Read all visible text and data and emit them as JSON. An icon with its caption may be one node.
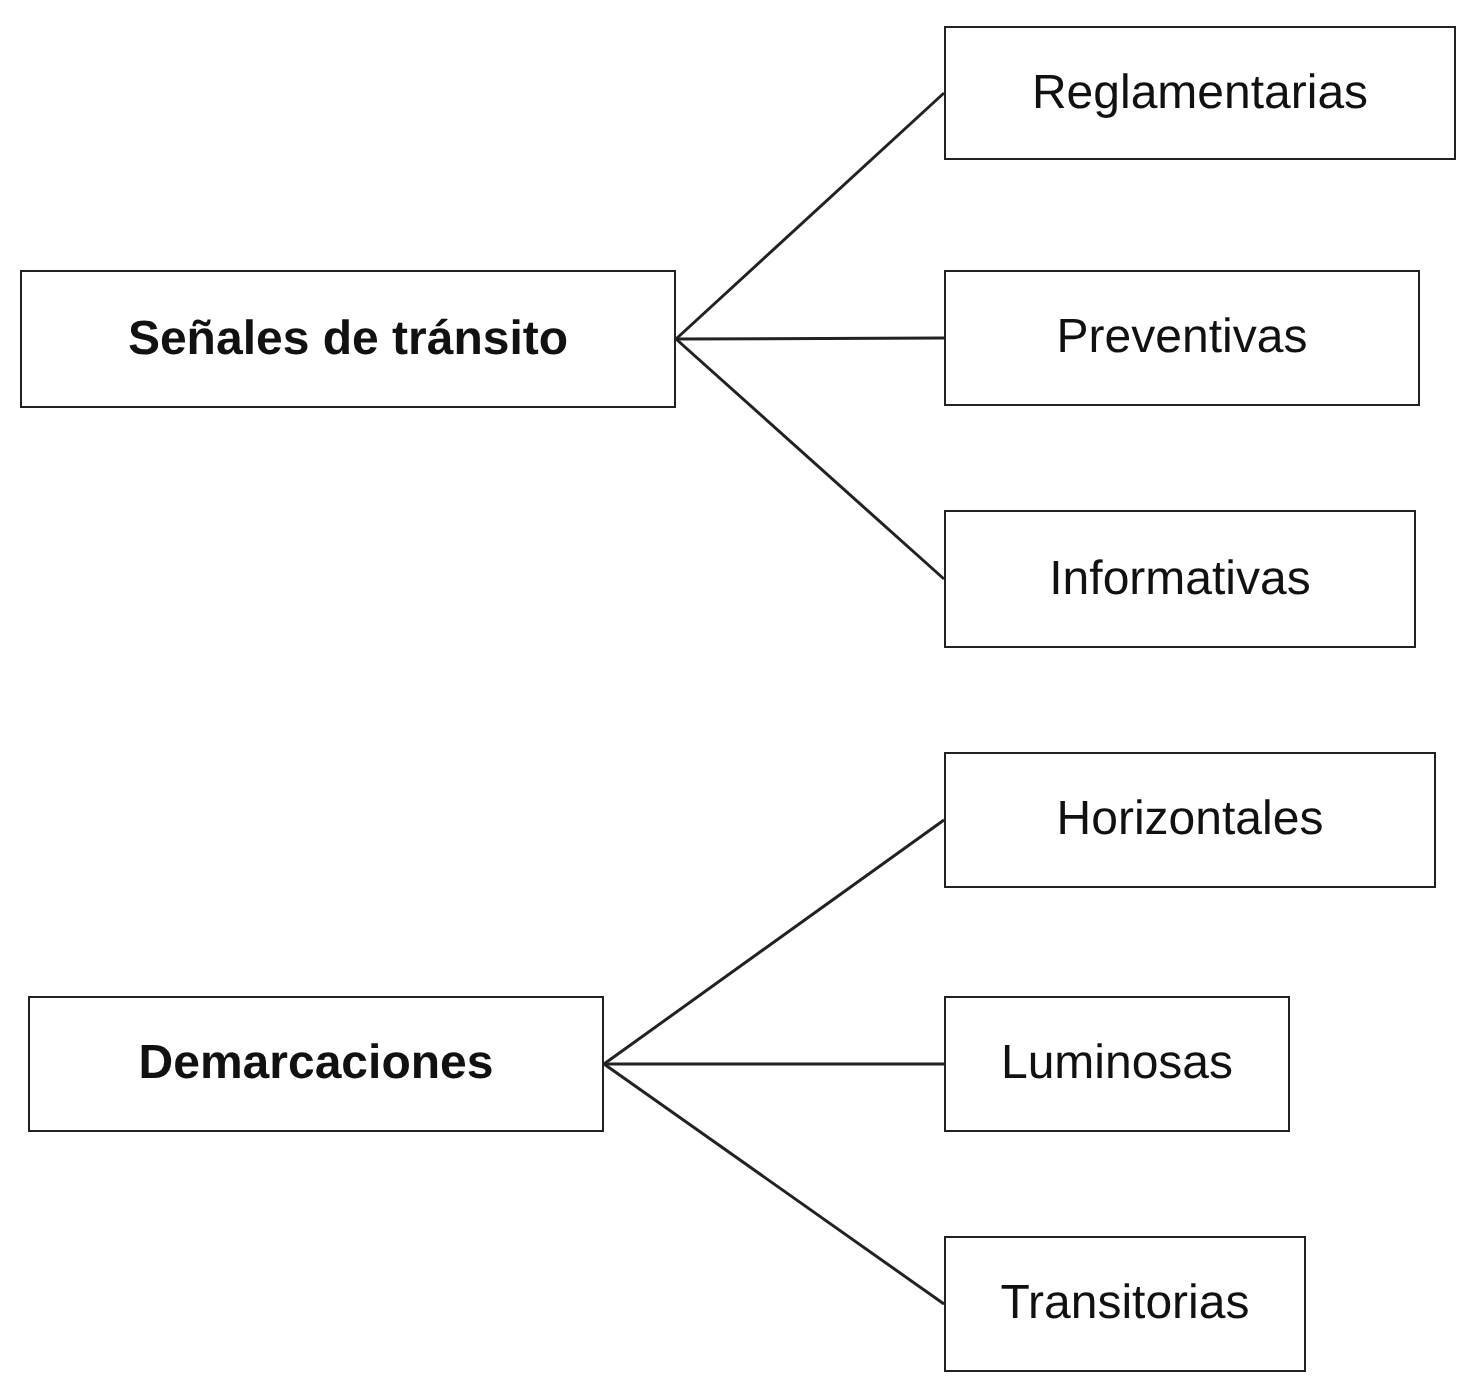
{
  "diagram": {
    "nodes": [
      {
        "text": [
          "Señales de tránsito"
        ]
      },
      {
        "text": [
          "Reglamentarias"
        ]
      },
      {
        "text": [
          "Preventivas"
        ]
      },
      {
        "text": [
          "Informativas"
        ]
      },
      {
        "text": [
          "Demarcaciones"
        ]
      },
      {
        "text": [
          "Horizontales"
        ]
      },
      {
        "text": [
          "Luminosas"
        ]
      },
      {
        "text": [
          "Transitorias"
        ]
      }
    ],
    "edges": [
      {
        "from": 0,
        "to": 1,
        "arrow": "none"
      },
      {
        "from": 0,
        "to": 2,
        "arrow": "none"
      },
      {
        "from": 0,
        "to": 3,
        "arrow": "none"
      },
      {
        "from": 4,
        "to": 5,
        "arrow": "none"
      },
      {
        "from": 4,
        "to": 6,
        "arrow": "none"
      },
      {
        "from": 4,
        "to": 7,
        "arrow": "none"
      }
    ]
  }
}
